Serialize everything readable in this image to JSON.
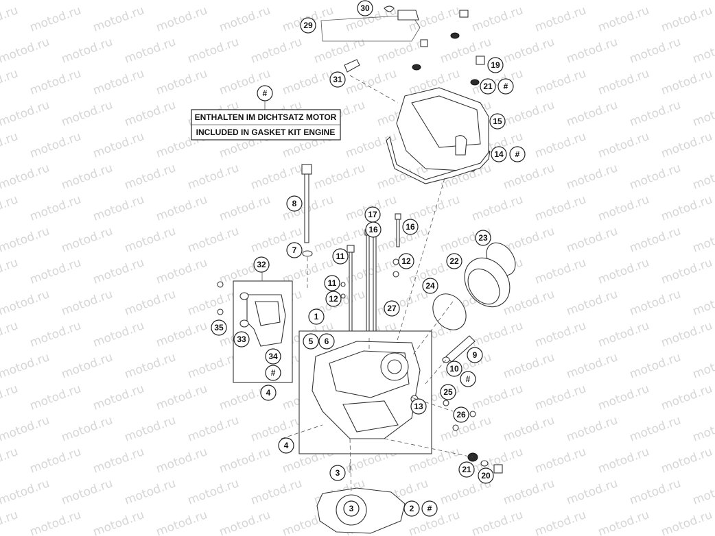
{
  "watermark": "motod.ru",
  "legend": {
    "symbol": "#",
    "line_de": "ENTHALTEN IM DICHTSATZ MOTOR",
    "line_en": "INCLUDED IN GASKET KIT ENGINE"
  },
  "callouts": [
    "30",
    "29",
    "31",
    "19",
    "21",
    "#",
    "15",
    "14",
    "#",
    "8",
    "7",
    "17",
    "16",
    "16",
    "11",
    "12",
    "23",
    "22",
    "24",
    "32",
    "11",
    "12",
    "1",
    "27",
    "35",
    "33",
    "34",
    "#",
    "5",
    "6",
    "9",
    "10",
    "#",
    "25",
    "13",
    "26",
    "4",
    "4",
    "3",
    "21",
    "20",
    "3",
    "2",
    "#"
  ]
}
